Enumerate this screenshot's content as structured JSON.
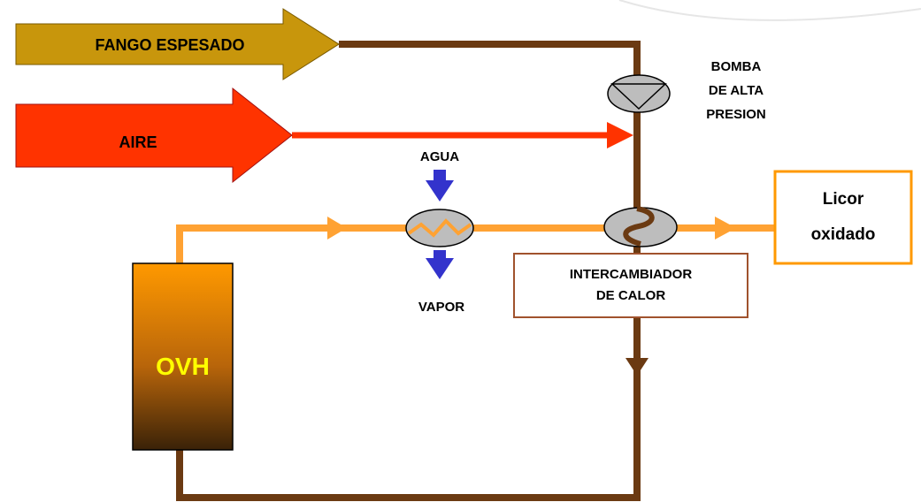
{
  "labels": {
    "fango": "FANGO ESPESADO",
    "aire": "AIRE",
    "bomba_1": "BOMBA",
    "bomba_2": "DE ALTA",
    "bomba_3": "PRESION",
    "agua": "AGUA",
    "vapor": "VAPOR",
    "intercambiador_1": "INTERCAMBIADOR",
    "intercambiador_2": "DE CALOR",
    "licor_1": "Licor",
    "licor_2": "oxidado",
    "reactor": "OVH"
  },
  "colors": {
    "sludge_arrow": "#c8960c",
    "sludge_line": "#6b3a12",
    "air": "#ff3300",
    "product_line": "#ffa233",
    "water": "#3333cc",
    "exchanger_fill": "#bdbdbd",
    "box_border": "#a0522d",
    "licor_border": "#ff9900",
    "reactor_top": "#ff9900",
    "reactor_bottom": "#3a2208",
    "reactor_text": "#ffff00"
  },
  "icons": {
    "pump": "pump-icon",
    "exchanger": "heat-exchanger-icon"
  }
}
